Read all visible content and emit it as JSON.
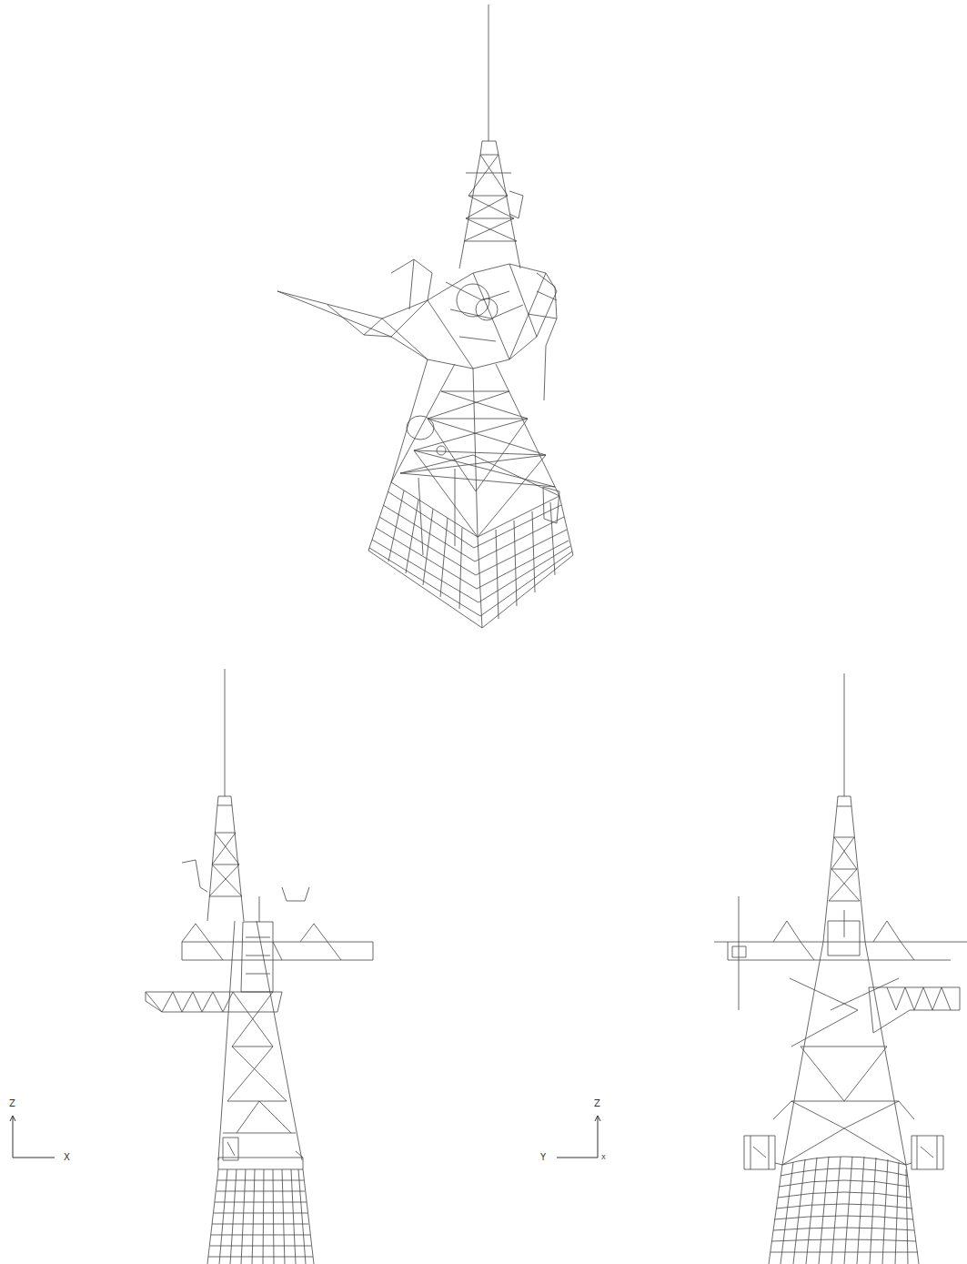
{
  "diagram": {
    "labels": [
      "Z",
      "X",
      "Z",
      "Y",
      "X"
    ]
  }
}
